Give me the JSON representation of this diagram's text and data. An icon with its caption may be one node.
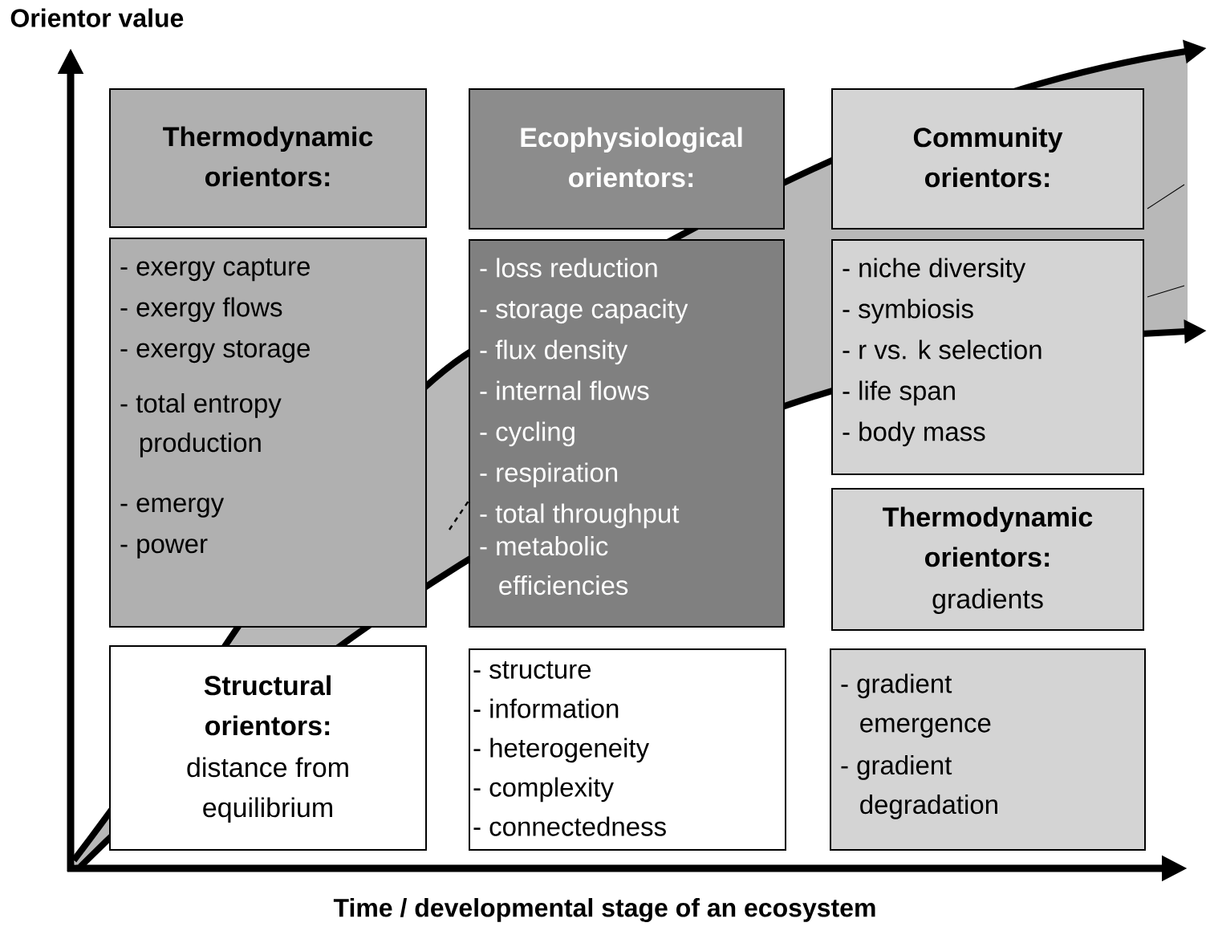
{
  "diagram": {
    "nodes": [
      {
        "text": [
          "Thermodynamic orientors:"
        ]
      },
      {
        "text": [
          "- exergy capture",
          "- exergy flows",
          "- exergy storage",
          "- total entropy production",
          "- emergy",
          "- power"
        ]
      },
      {
        "text": [
          "Ecophysiological orientors:"
        ]
      },
      {
        "text": [
          "- loss reduction",
          "- storage capacity",
          "- flux density",
          "- internal flows",
          "- cycling",
          "- respiration",
          "- total throughput",
          "- metabolic efficiencies"
        ]
      },
      {
        "text": [
          "Community orientors:"
        ]
      },
      {
        "text": [
          "- niche diversity",
          "- symbiosis",
          "- r vs. k selection",
          "- life span",
          "- body mass"
        ]
      },
      {
        "text": [
          "Thermodynamic orientors:",
          "gradients"
        ]
      },
      {
        "text": [
          "Structural orientors:",
          "distance from equilibrium"
        ]
      },
      {
        "text": [
          "- structure",
          "- information",
          "- heterogeneity",
          "- complexity",
          "- connectedness"
        ]
      },
      {
        "text": [
          "- gradient emergence",
          "- gradient degradation"
        ]
      }
    ],
    "labels": [
      "Orientor value",
      "Time / developmental stage of an ecosystem"
    ]
  }
}
